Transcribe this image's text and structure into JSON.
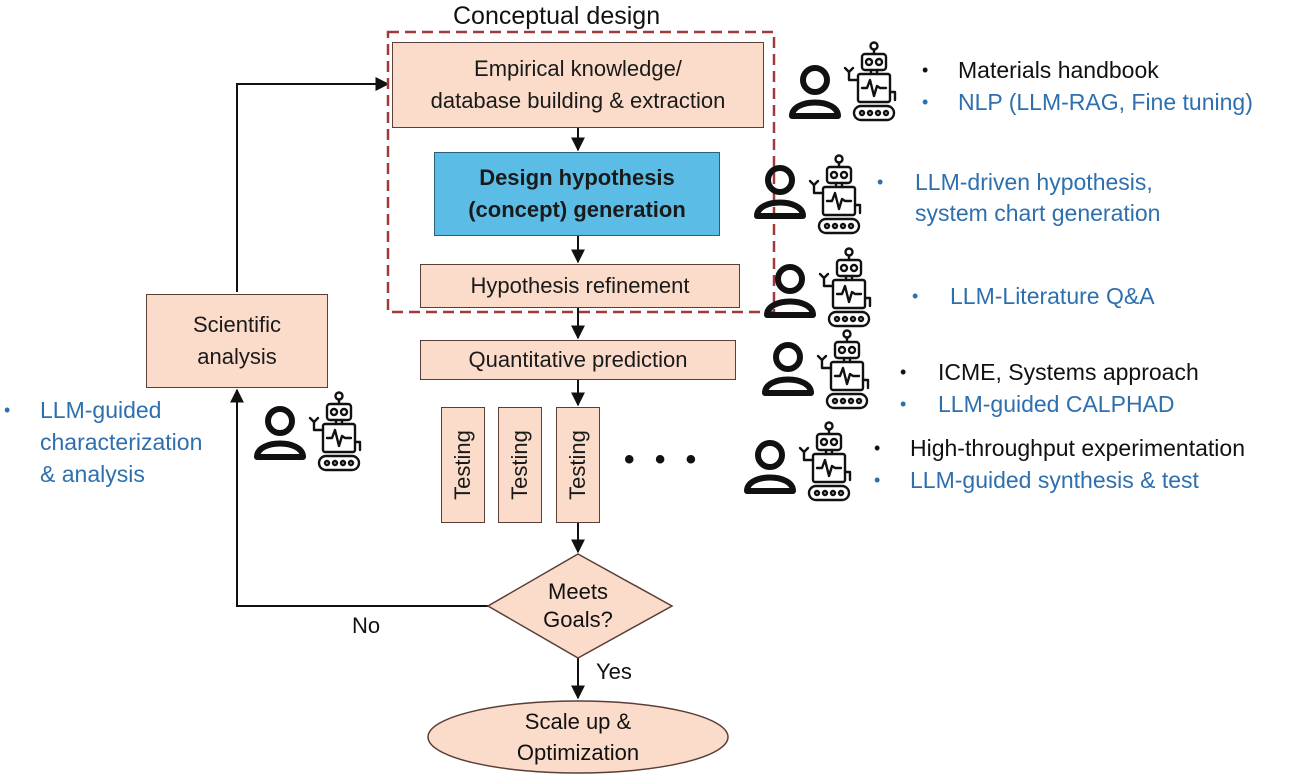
{
  "title": "Conceptual design",
  "nodes": {
    "empirical": "Empirical knowledge/\ndatabase building & extraction",
    "hypothesis": "Design hypothesis\n(concept) generation",
    "refinement": "Hypothesis refinement",
    "quantitative": "Quantitative prediction",
    "testing": [
      "Testing",
      "Testing",
      "Testing"
    ],
    "ellipsis": "• • •",
    "decision": "Meets\nGoals?",
    "scale_up": "Scale up &\nOptimization",
    "scientific": "Scientific\nanalysis"
  },
  "edge_labels": {
    "no": "No",
    "yes": "Yes"
  },
  "annotations": {
    "row1": {
      "black": "Materials handbook",
      "blue": "NLP (LLM-RAG, Fine tuning)"
    },
    "row2": {
      "blue": [
        "LLM-driven hypothesis,",
        "system chart generation"
      ]
    },
    "row3": {
      "blue": "LLM-Literature Q&A"
    },
    "row4": {
      "black": "ICME, Systems approach",
      "blue": "LLM-guided CALPHAD"
    },
    "row5": {
      "black": "High-throughput experimentation",
      "blue": "LLM-guided synthesis & test"
    },
    "left": {
      "blue": [
        "LLM-guided",
        "characterization",
        "& analysis"
      ]
    }
  },
  "colors": {
    "box_fill": "#fbdccb",
    "highlight_fill": "#5bbde6",
    "dashed_border": "#a33a3a",
    "blue_text": "#2e6fae",
    "black_text": "#111111"
  },
  "icons": [
    "person-icon",
    "robot-icon"
  ]
}
